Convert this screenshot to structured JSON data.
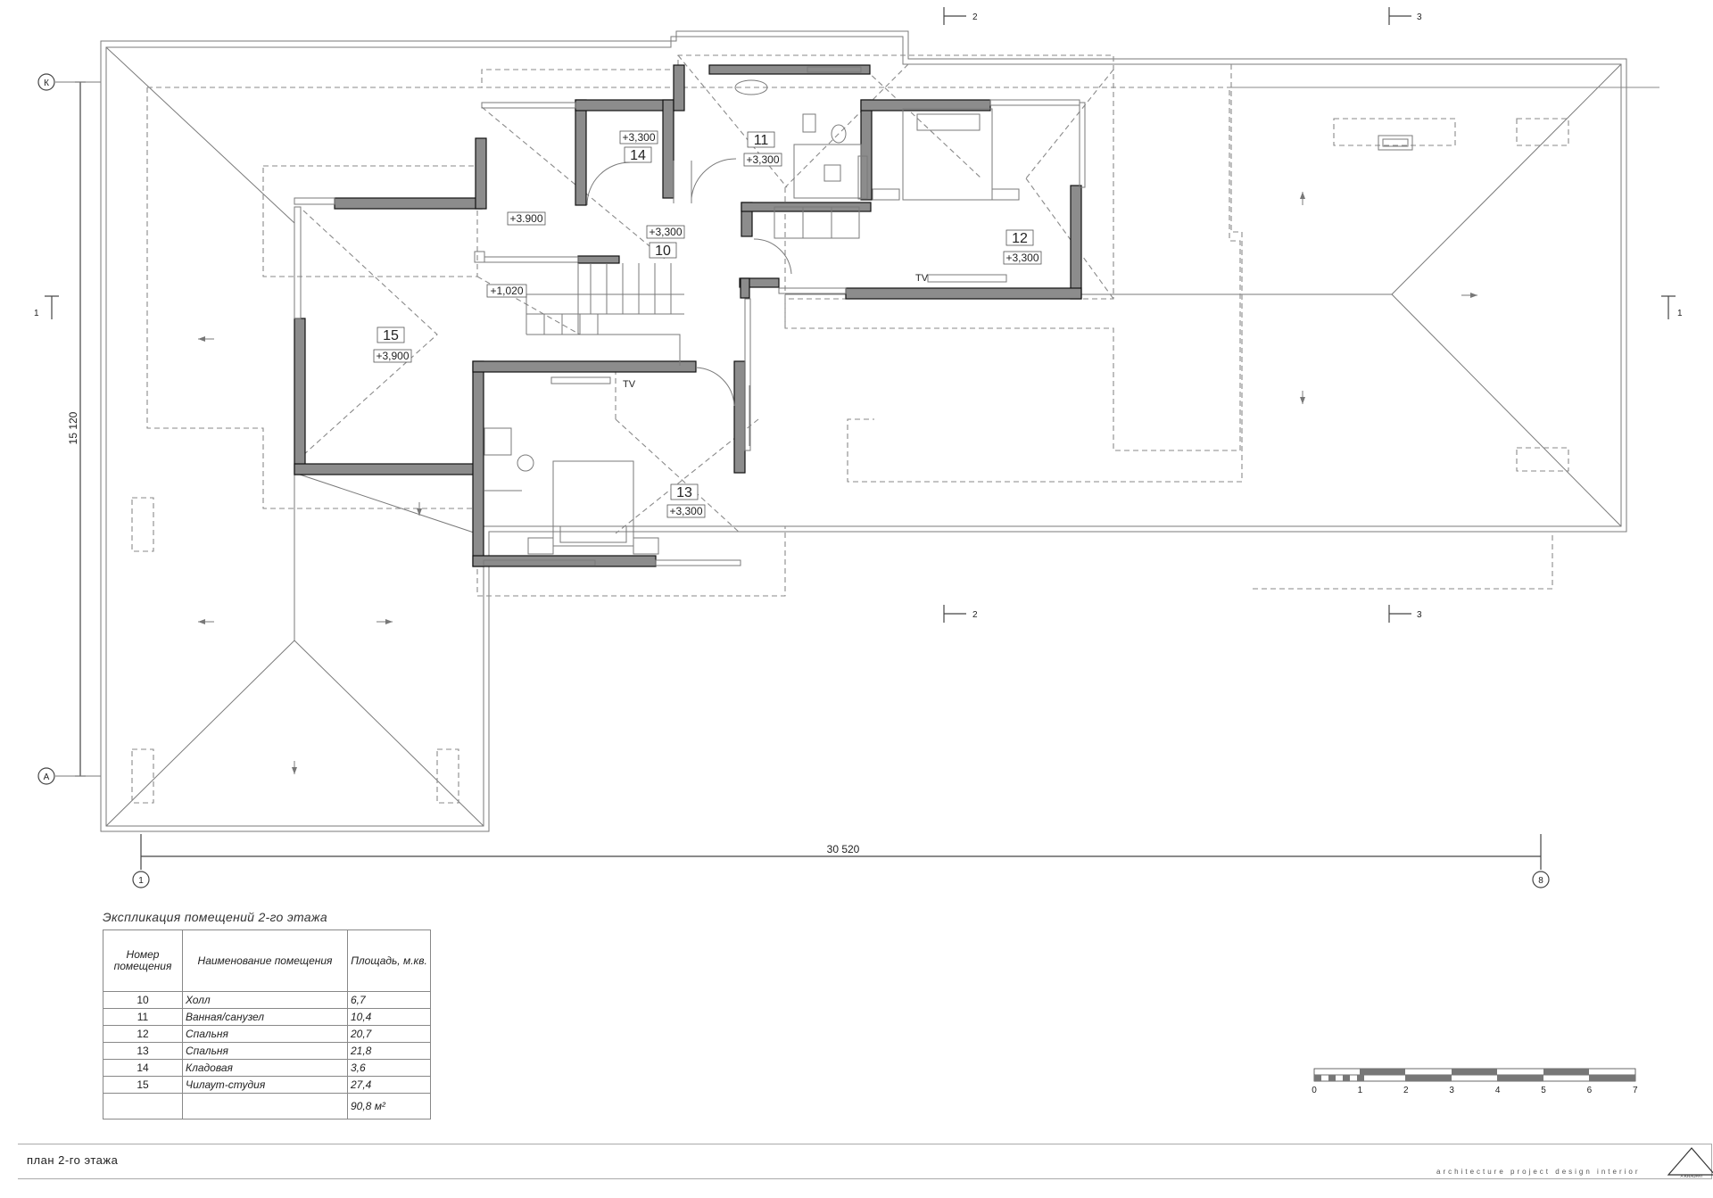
{
  "sheet_title": "план 2-го этажа",
  "tagline": "architecture   project   design   interior",
  "dimensions": {
    "overall_width": "30 520",
    "overall_depth": "15 120"
  },
  "axes": {
    "left_top": "К",
    "left_bottom": "А",
    "bottom_left": "1",
    "bottom_right": "8"
  },
  "sections": {
    "s1": "1",
    "s2": "2",
    "s3": "3"
  },
  "rooms": [
    {
      "number": "10",
      "elevation": "+3,300"
    },
    {
      "number": "11",
      "elevation": "+3,300"
    },
    {
      "number": "12",
      "elevation": "+3,300"
    },
    {
      "number": "13",
      "elevation": "+3,300"
    },
    {
      "number": "14",
      "elevation": "+3,300"
    },
    {
      "number": "15",
      "elevation": "+3,900"
    }
  ],
  "other_elevations": {
    "mezzanine": "+3.900",
    "stair": "+1,020"
  },
  "tv_label": "TV",
  "legend": {
    "title": "Экспликация помещений 2-го этажа",
    "headers": [
      "Номер помещения",
      "Наименование помещения",
      "Площадь, м.кв."
    ],
    "rows": [
      {
        "num": "10",
        "name": "Холл",
        "area": "6,7"
      },
      {
        "num": "11",
        "name": "Ванная/санузел",
        "area": "10,4"
      },
      {
        "num": "12",
        "name": "Спальня",
        "area": "20,7"
      },
      {
        "num": "13",
        "name": "Спальня",
        "area": "21,8"
      },
      {
        "num": "14",
        "name": "Кладовая",
        "area": "3,6"
      },
      {
        "num": "15",
        "name": "Чилаут-студия",
        "area": "27,4"
      }
    ],
    "total": "90,8",
    "total_unit": "м²"
  },
  "scale_bar": {
    "labels": [
      "0",
      "1",
      "2",
      "3",
      "4",
      "5",
      "6",
      "7"
    ]
  },
  "logo_text": "A·KRAUPAT"
}
